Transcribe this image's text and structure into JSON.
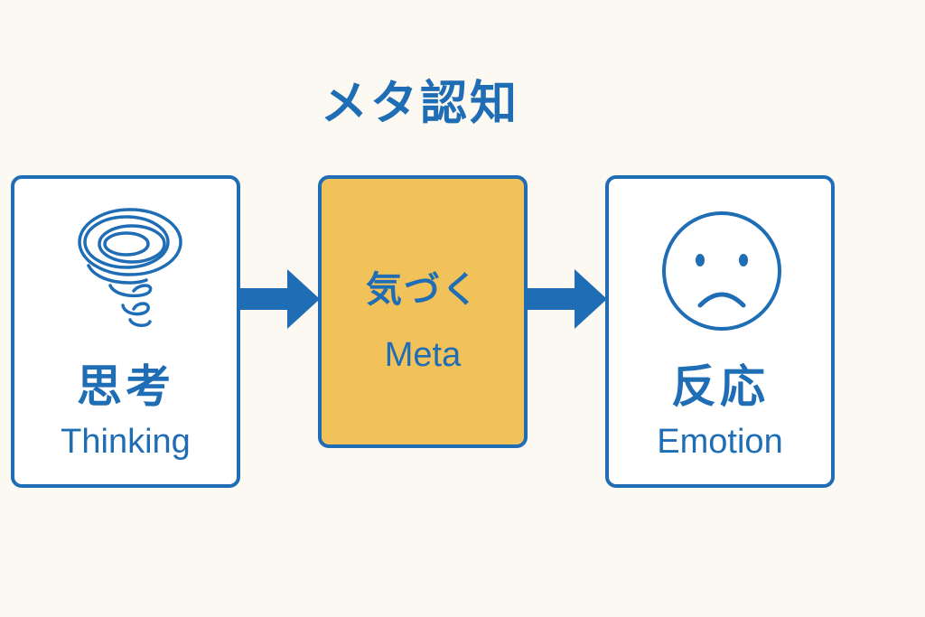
{
  "title": "メタ認知",
  "boxes": {
    "thinking": {
      "jp": "思考",
      "en": "Thinking",
      "icon": "swirl-icon"
    },
    "meta": {
      "jp": "気づく",
      "en": "Meta"
    },
    "emotion": {
      "jp": "反応",
      "en": "Emotion",
      "icon": "sad-face-icon"
    }
  },
  "colors": {
    "accent": "#1f6db5",
    "highlight": "#f1c15a",
    "background": "#fcf8f2"
  }
}
